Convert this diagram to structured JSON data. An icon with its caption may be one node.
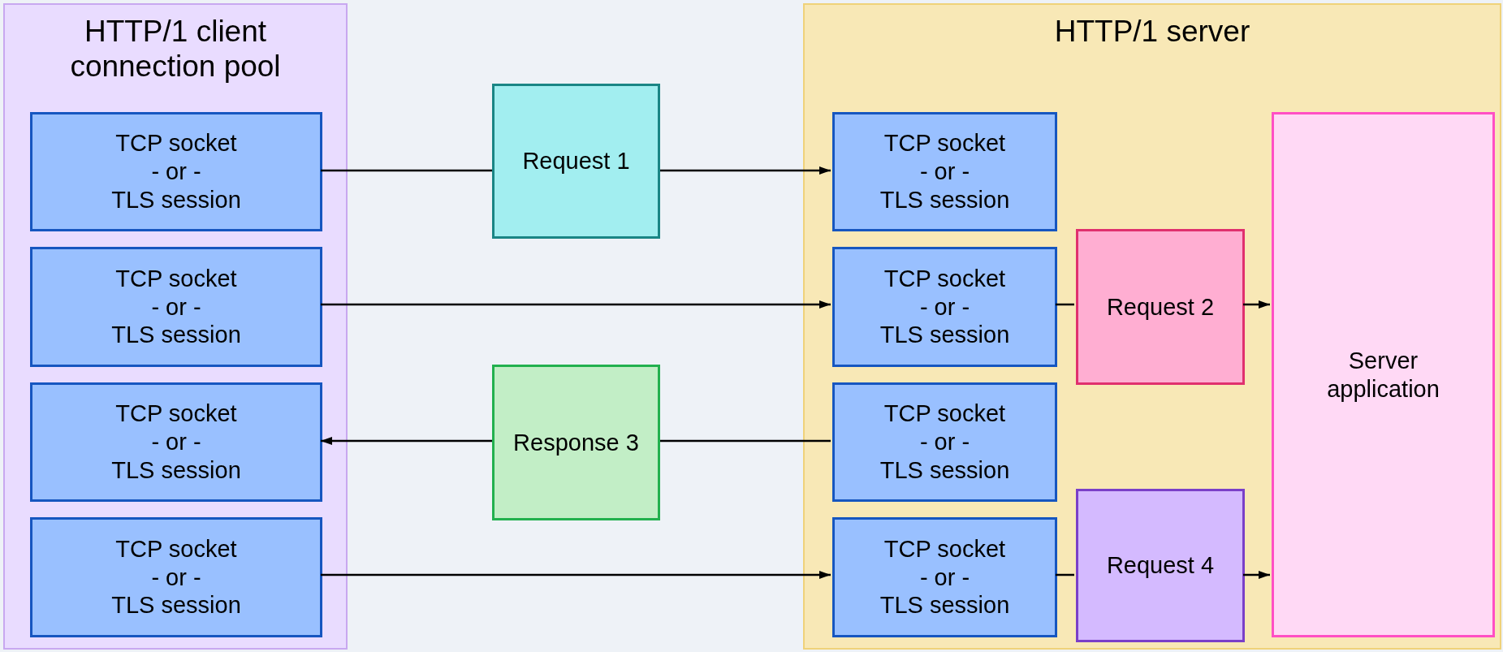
{
  "diagram": {
    "nodes": [
      {
        "text": [
          "HTTP/1 client connection pool"
        ]
      },
      {
        "text": [
          "TCP socket",
          "- or -",
          "TLS session"
        ],
        "in": 0
      },
      {
        "text": [
          "TCP socket",
          "- or -",
          "TLS session"
        ],
        "in": 0
      },
      {
        "text": [
          "TCP socket",
          "- or -",
          "TLS session"
        ],
        "in": 0
      },
      {
        "text": [
          "TCP socket",
          "- or -",
          "TLS session"
        ],
        "in": 0
      },
      {
        "text": [
          "Request 1"
        ]
      },
      {
        "text": [
          "Response 3"
        ]
      },
      {
        "text": [
          "HTTP/1 server"
        ]
      },
      {
        "text": [
          "TCP socket",
          "- or -",
          "TLS session"
        ],
        "in": 7
      },
      {
        "text": [
          "TCP socket",
          "- or -",
          "TLS session"
        ],
        "in": 7
      },
      {
        "text": [
          "TCP socket",
          "- or -",
          "TLS session"
        ],
        "in": 7
      },
      {
        "text": [
          "TCP socket",
          "- or -",
          "TLS session"
        ],
        "in": 7
      },
      {
        "text": [
          "Request 2"
        ],
        "in": 7
      },
      {
        "text": [
          "Request 4"
        ],
        "in": 7
      },
      {
        "text": [
          "Server application"
        ],
        "in": 7
      }
    ],
    "edges": [
      {
        "from": 1,
        "to": 5,
        "arrow": "none"
      },
      {
        "from": 5,
        "to": 8,
        "arrow": "to"
      },
      {
        "from": 2,
        "to": 9,
        "arrow": "to"
      },
      {
        "from": 10,
        "to": 6,
        "arrow": "none"
      },
      {
        "from": 6,
        "to": 3,
        "arrow": "to"
      },
      {
        "from": 4,
        "to": 11,
        "arrow": "to"
      },
      {
        "from": 9,
        "to": 12,
        "arrow": "none"
      },
      {
        "from": 12,
        "to": 14,
        "arrow": "to"
      },
      {
        "from": 11,
        "to": 13,
        "arrow": "none"
      },
      {
        "from": 13,
        "to": 14,
        "arrow": "to"
      }
    ]
  }
}
